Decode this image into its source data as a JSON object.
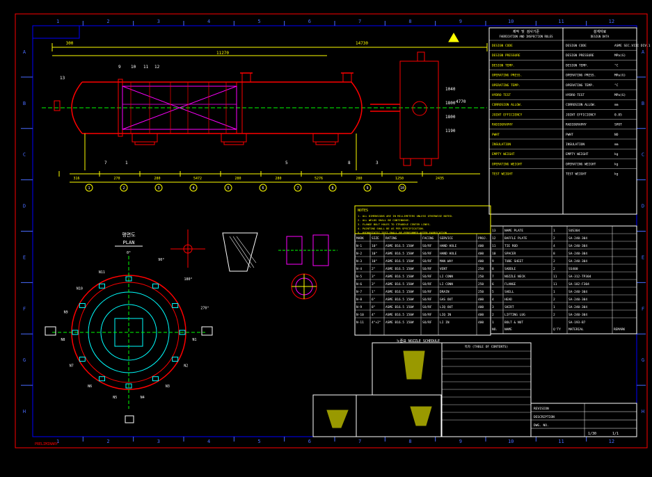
{
  "colors": {
    "background": "#000000",
    "frame": "#ff0000",
    "inner_frame": "#0000ff",
    "grid_labels": "#4a6cff",
    "vessel": "#ff0000",
    "dimension": "#ffff00",
    "centerline": "#00ff00",
    "diagonal": "#ff00ff",
    "detail": "#00ffff",
    "text": "#ffffff"
  },
  "grid": {
    "columns": [
      "1",
      "2",
      "3",
      "4",
      "5",
      "6",
      "7",
      "8",
      "9",
      "10",
      "11",
      "12"
    ],
    "rows": [
      "A",
      "B",
      "C",
      "D",
      "E",
      "F",
      "G",
      "H"
    ]
  },
  "elevation": {
    "dims_top": [
      "300",
      "11270",
      "14730"
    ],
    "dims_bottom": [
      "316",
      "270",
      "280",
      "5472",
      "280",
      "280",
      "5276",
      "280",
      "1250",
      "2435"
    ],
    "labels": [
      "13",
      "9",
      "10",
      "11",
      "12",
      "7",
      "5",
      "1",
      "3",
      "8",
      "1040",
      "1800",
      "1800",
      "1190",
      "4770"
    ]
  },
  "plan": {
    "title": "평면도",
    "subtitle": "PLAN",
    "labels": [
      "0°",
      "90°",
      "180°",
      "270°",
      "N1",
      "N2",
      "N3",
      "N4",
      "N5",
      "N6",
      "N7",
      "N8",
      "N9",
      "N10",
      "N11"
    ]
  },
  "design_table": {
    "header_left": "제작 및 검사기준",
    "header_left_en": "FABRICATION AND INSPECTION RULES",
    "header_right": "설계자료",
    "header_right_en": "DESIGN DATA",
    "rows": [
      {
        "label": "DESIGN CODE",
        "value": "ASME SEC.VIII DIV.1"
      },
      {
        "label": "DESIGN PRESSURE",
        "value": "MPa(G)"
      },
      {
        "label": "DESIGN TEMP.",
        "value": "°C"
      },
      {
        "label": "OPERATING PRESS.",
        "value": "MPa(G)"
      },
      {
        "label": "OPERATING TEMP.",
        "value": "°C"
      },
      {
        "label": "HYDRO TEST",
        "value": "MPa(G)"
      },
      {
        "label": "CORROSION ALLOW.",
        "value": "mm"
      },
      {
        "label": "JOINT EFFICIENCY",
        "value": "0.85"
      },
      {
        "label": "RADIOGRAPHY",
        "value": "SPOT"
      },
      {
        "label": "PWHT",
        "value": "NO"
      },
      {
        "label": "INSULATION",
        "value": "mm"
      },
      {
        "label": "EMPTY WEIGHT",
        "value": "kg"
      },
      {
        "label": "OPERATING WEIGHT",
        "value": "kg"
      },
      {
        "label": "TEST WEIGHT",
        "value": "kg"
      }
    ]
  },
  "nozzle_schedule": {
    "title": "노즐표 NOZZLE SCHEDULE",
    "headers": [
      "MARK",
      "SIZE",
      "RATING",
      "FACING",
      "SERVICE",
      "PROJ."
    ],
    "rows": [
      [
        "N-1",
        "10\"",
        "ASME B16.5 150#",
        "SO/RF",
        "HAND HOLE",
        "400"
      ],
      [
        "N-2",
        "10\"",
        "ASME B16.5 150#",
        "SO/RF",
        "HAND HOLE",
        "400"
      ],
      [
        "N-3",
        "10\"",
        "ASME B16.5 150#",
        "SO/RF",
        "MAN WAY",
        "400"
      ],
      [
        "N-4",
        "2\"",
        "ASME B16.5 150#",
        "SO/RF",
        "VENT",
        "250"
      ],
      [
        "N-5",
        "3\"",
        "ASME B16.5 150#",
        "SO/RF",
        "LI CONN",
        "250"
      ],
      [
        "N-6",
        "3\"",
        "ASME B16.5 150#",
        "SO/RF",
        "LI CONN",
        "250"
      ],
      [
        "N-7",
        "1\"",
        "ASME B16.5 150#",
        "SO/RF",
        "DRAIN",
        "250"
      ],
      [
        "N-8",
        "6\"",
        "ASME B16.5 150#",
        "SO/RF",
        "GAS OUT",
        "400"
      ],
      [
        "N-9",
        "8\"",
        "ASME B16.5 150#",
        "SO/RF",
        "LIQ OUT",
        "400"
      ],
      [
        "N-10",
        "4\"",
        "ASME B16.5 150#",
        "SO/RF",
        "LIQ IN",
        "400"
      ],
      [
        "N-11",
        "4\"×2\"",
        "ASME B16.5 150#",
        "SO/RF",
        "LI IN",
        "400"
      ]
    ]
  },
  "parts_list": {
    "headers": [
      "NO.",
      "NAME",
      "Q'TY",
      "MATERIAL",
      "REMARK"
    ],
    "rows": [
      [
        "13",
        "NAME PLATE",
        "1",
        "SUS304",
        ""
      ],
      [
        "12",
        "BAFFLE PLATE",
        "2",
        "SA-240-304",
        ""
      ],
      [
        "11",
        "TIE ROD",
        "4",
        "SA-240-304",
        ""
      ],
      [
        "10",
        "SPACER",
        "8",
        "SA-240-304",
        ""
      ],
      [
        "9",
        "TUBE SHEET",
        "2",
        "SA-240-304",
        ""
      ],
      [
        "8",
        "SADDLE",
        "2",
        "SS400",
        ""
      ],
      [
        "7",
        "NOZZLE NECK",
        "11",
        "SA-312-TP304",
        ""
      ],
      [
        "6",
        "FLANGE",
        "11",
        "SA-182-F304",
        ""
      ],
      [
        "5",
        "SHELL",
        "1",
        "SA-240-304",
        ""
      ],
      [
        "4",
        "HEAD",
        "2",
        "SA-240-304",
        ""
      ],
      [
        "3",
        "SKIRT",
        "1",
        "SA-240-304",
        ""
      ],
      [
        "2",
        "LIFTING LUG",
        "2",
        "SA-240-304",
        ""
      ],
      [
        "1",
        "BOLT & NUT",
        "",
        "SA-193-B7",
        ""
      ]
    ]
  },
  "notes": {
    "title": "NOTES",
    "lines": [
      "1. ALL DIMENSIONS ARE IN MILLIMETERS UNLESS OTHERWISE NOTED.",
      "2. ALL WELDS SHALL BE CONTINUOUS.",
      "3. FLANGE BOLT HOLES TO STRADDLE CENTER LINES.",
      "4. PAINTING SHALL BE AS PER SPECIFICATION.",
      "5. HYDROSTATIC TEST SHALL BE PERFORMED AFTER FABRICATION."
    ]
  },
  "title_block": {
    "table_of_contents": "목차 (TABLE OF CONTENTS)",
    "revision": "REVISION",
    "drawing_no": "DWG. NO.",
    "scale": "1/30",
    "sheet": "1/1",
    "description": "DESCRIPTION"
  },
  "side_note": "PRELIMINARY"
}
